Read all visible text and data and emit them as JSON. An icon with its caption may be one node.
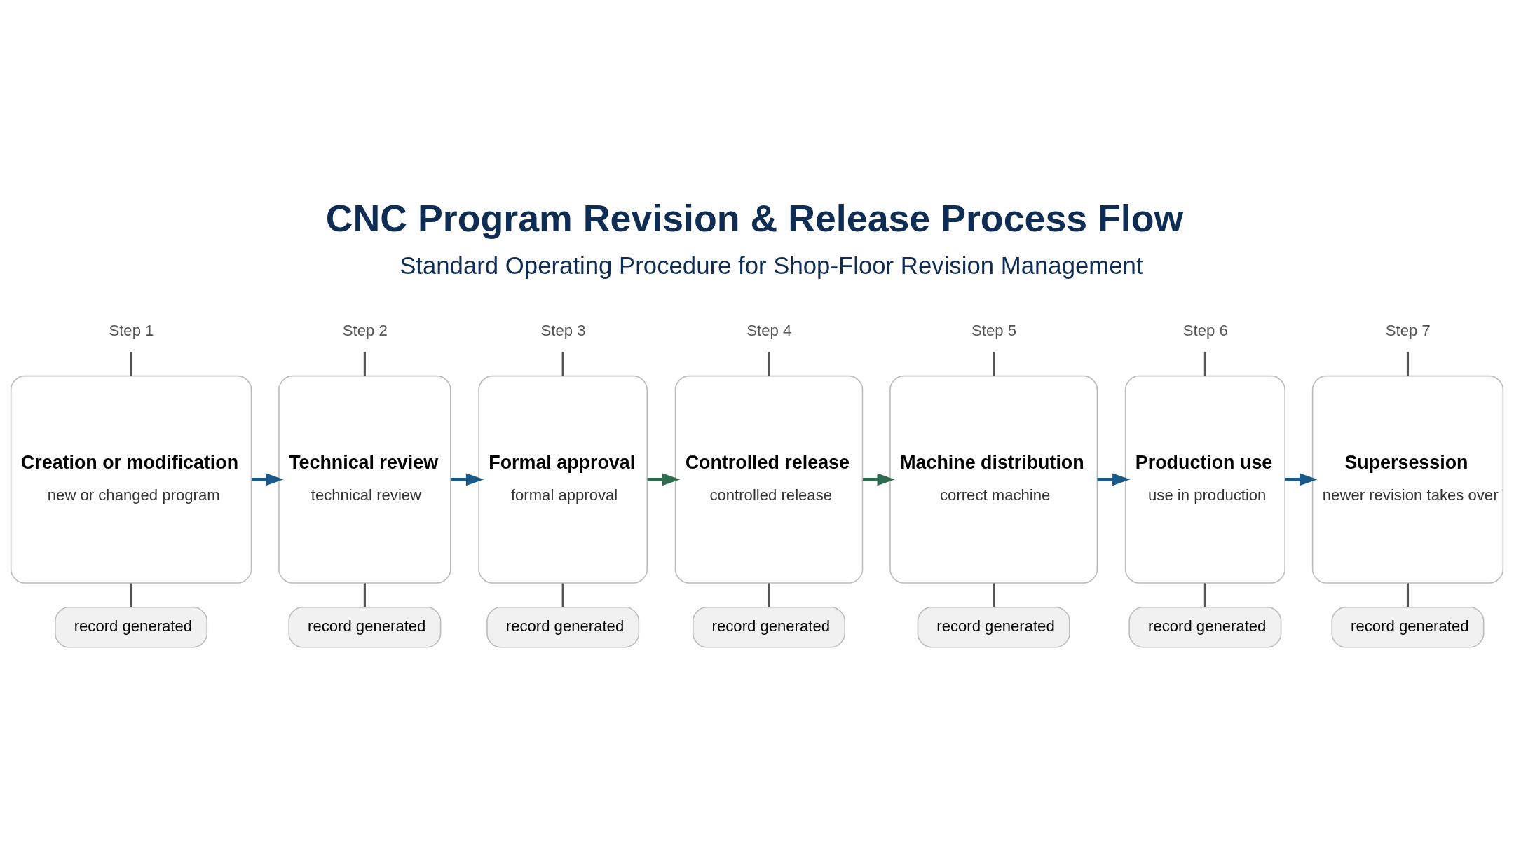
{
  "diagram": {
    "title": "CNC Program Revision & Release Process Flow",
    "nodes": [
      {
        "text": [
          "Step 1"
        ]
      },
      {
        "text": [
          "Creation or modification",
          "new or changed program"
        ]
      },
      {
        "text": [
          "record generated"
        ]
      },
      {
        "text": [
          "Step 2"
        ]
      },
      {
        "text": [
          "Technical review",
          "technical review"
        ]
      },
      {
        "text": [
          "record generated"
        ]
      },
      {
        "text": [
          "Step 3"
        ]
      },
      {
        "text": [
          "Formal approval",
          "formal approval"
        ]
      },
      {
        "text": [
          "record generated"
        ]
      },
      {
        "text": [
          "Step 4"
        ]
      },
      {
        "text": [
          "Controlled release",
          "controlled release"
        ]
      },
      {
        "text": [
          "record generated"
        ]
      },
      {
        "text": [
          "Step 5"
        ]
      },
      {
        "text": [
          "Machine distribution",
          "correct machine"
        ]
      },
      {
        "text": [
          "record generated"
        ]
      },
      {
        "text": [
          "Step 6"
        ]
      },
      {
        "text": [
          "Production use",
          "use in production"
        ]
      },
      {
        "text": [
          "record generated"
        ]
      },
      {
        "text": [
          "Step 7"
        ]
      },
      {
        "text": [
          "Supersession",
          "newer revision takes over"
        ]
      },
      {
        "text": [
          "record generated"
        ]
      }
    ],
    "edges": [
      {
        "from": 0,
        "to": 1,
        "arrow": "none"
      },
      {
        "from": 1,
        "to": 2,
        "arrow": "none"
      },
      {
        "from": 3,
        "to": 4,
        "arrow": "none"
      },
      {
        "from": 4,
        "to": 5,
        "arrow": "none"
      },
      {
        "from": 6,
        "to": 7,
        "arrow": "none"
      },
      {
        "from": 7,
        "to": 8,
        "arrow": "none"
      },
      {
        "from": 9,
        "to": 10,
        "arrow": "none"
      },
      {
        "from": 10,
        "to": 11,
        "arrow": "none"
      },
      {
        "from": 12,
        "to": 13,
        "arrow": "none"
      },
      {
        "from": 13,
        "to": 14,
        "arrow": "none"
      },
      {
        "from": 15,
        "to": 16,
        "arrow": "none"
      },
      {
        "from": 16,
        "to": 17,
        "arrow": "none"
      },
      {
        "from": 18,
        "to": 19,
        "arrow": "none"
      },
      {
        "from": 19,
        "to": 20,
        "arrow": "none"
      },
      {
        "from": 1,
        "to": 4,
        "arrow": "to"
      },
      {
        "from": 4,
        "to": 7,
        "arrow": "to"
      },
      {
        "from": 7,
        "to": 10,
        "arrow": "to",
        "color": "#2e6b4f"
      },
      {
        "from": 10,
        "to": 13,
        "arrow": "to",
        "color": "#2e6b4f"
      },
      {
        "from": 13,
        "to": 16,
        "arrow": "to"
      },
      {
        "from": 16,
        "to": 19,
        "arrow": "to"
      }
    ],
    "labels": [
      "Standard Operating Procedure for Shop-Floor Revision Management"
    ]
  }
}
